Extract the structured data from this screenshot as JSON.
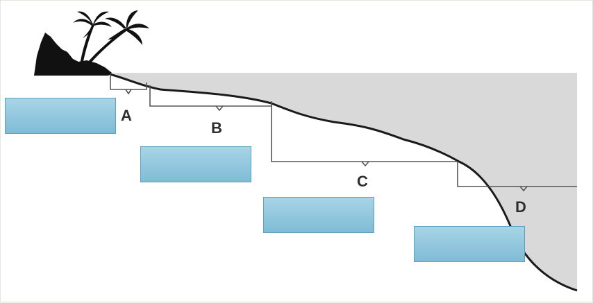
{
  "colors": {
    "ocean_fill": "#d9d9d9",
    "seafloor_line": "#1a1a1a",
    "bracket_line": "#555555",
    "island": "#111111",
    "answer_box": "#8cc6dd"
  },
  "zones": [
    {
      "id": "A",
      "label": "A"
    },
    {
      "id": "B",
      "label": "B"
    },
    {
      "id": "C",
      "label": "C"
    },
    {
      "id": "D",
      "label": "D"
    }
  ],
  "answer_boxes": [
    {
      "for": "A",
      "value": ""
    },
    {
      "for": "B",
      "value": ""
    },
    {
      "for": "C",
      "value": ""
    },
    {
      "for": "D",
      "value": ""
    }
  ]
}
